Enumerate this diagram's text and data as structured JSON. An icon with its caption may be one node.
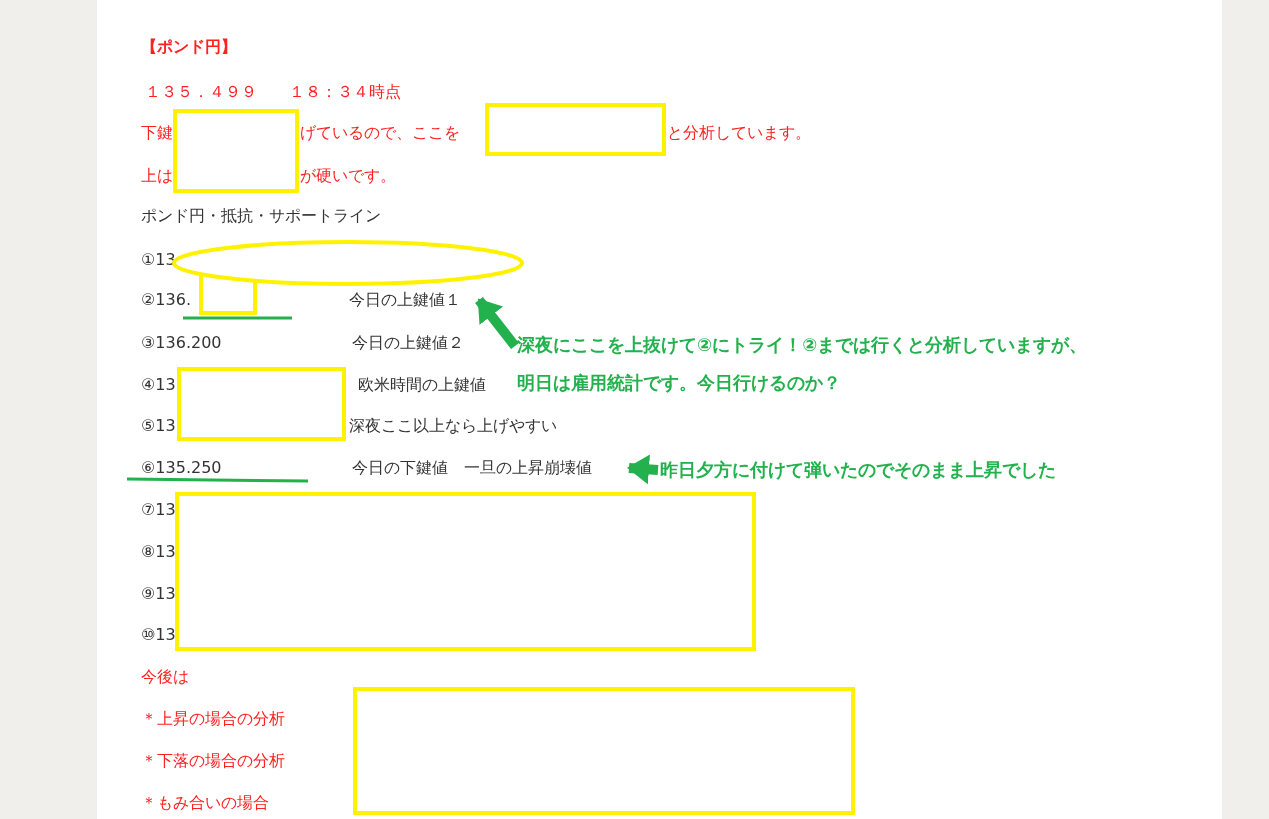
{
  "diagram": {
    "nodes": [
      {
        "text": [
          "②136.",
          "今日の上鍵値１"
        ]
      },
      {
        "text": [
          "深夜にここを上抜けて②にトライ！②までは行くと分析していますが、明日は雇用統計です。今日行けるのか？"
        ]
      },
      {
        "text": [
          "⑥135.250",
          "今日の下鍵値　一旦の上昇崩壊値"
        ]
      },
      {
        "text": [
          "昨日夕方に付けて弾いたのでそのまま上昇でした"
        ]
      }
    ],
    "edges": [
      {
        "from": 1,
        "to": 0,
        "arrow": "to"
      },
      {
        "from": 3,
        "to": 2,
        "arrow": "to"
      }
    ],
    "labels": [
      "【ポンド円】",
      "１３５．４９９　　１８：３４時点",
      "下鍵",
      "げているので、ここを",
      "と分析しています。",
      "上は",
      "が硬いです。",
      "ポンド円・抵抗・サポートライン",
      "①13",
      "③136.200",
      "今日の上鍵値２",
      "④13",
      "欧米時間の上鍵値",
      "⑤13",
      "深夜ここ以上なら上げやすい",
      "⑦13",
      "⑧13",
      "⑨13",
      "⑩13",
      "今後は",
      "＊上昇の場合の分析",
      "＊下落の場合の分析",
      "＊もみ合いの場合"
    ]
  }
}
